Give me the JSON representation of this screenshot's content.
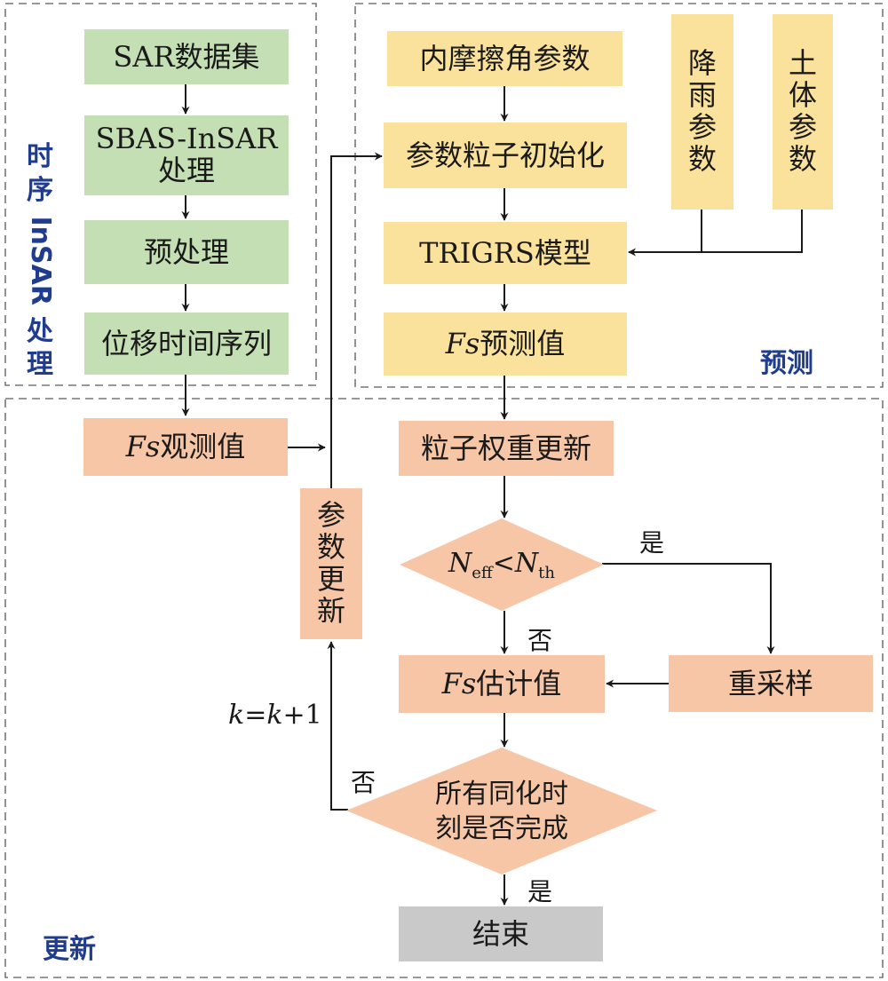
{
  "colors": {
    "green": "#c5dfb4",
    "yellow": "#fae29c",
    "orange": "#f6c6a6",
    "gray": "#c9c9c9",
    "label_blue": "#1f3c8f"
  },
  "regions": {
    "insar_label_chars": [
      "时",
      "序",
      "InSAR",
      "处",
      "理"
    ],
    "predict_label": "预测",
    "update_label": "更新"
  },
  "insar": {
    "sar_dataset": "SAR数据集",
    "sbas_line1": "SBAS-InSAR",
    "sbas_line2": "处理",
    "preprocess": "预处理",
    "displacement_series": "位移时间序列"
  },
  "predict": {
    "friction_angle": "内摩擦角参数",
    "particle_init": "参数粒子初始化",
    "trigrs_model": "TRIGRS模型",
    "fs_predict_var": "Fs",
    "fs_predict_text": "预测值",
    "rain_chars": [
      "降",
      "雨",
      "参",
      "数"
    ],
    "soil_chars": [
      "土",
      "体",
      "参",
      "数"
    ]
  },
  "update": {
    "fs_obs_var": "Fs",
    "fs_obs_text": "观测值",
    "weight_update": "粒子权重更新",
    "neff_N": "N",
    "neff_sub": "eff",
    "lt": "<",
    "nth_N": "N",
    "nth_sub": "th",
    "yes1": "是",
    "no1": "否",
    "resample": "重采样",
    "fs_est_var": "Fs",
    "fs_est_text": "估计值",
    "param_update_chars": [
      "参",
      "数",
      "更",
      "新"
    ],
    "k_k": "k",
    "k_eq": "=",
    "k_k2": "k",
    "k_plus": "+1",
    "assim_line1": "所有同化时",
    "assim_line2": "刻是否完成",
    "no2": "否",
    "yes2": "是",
    "end": "结束"
  }
}
